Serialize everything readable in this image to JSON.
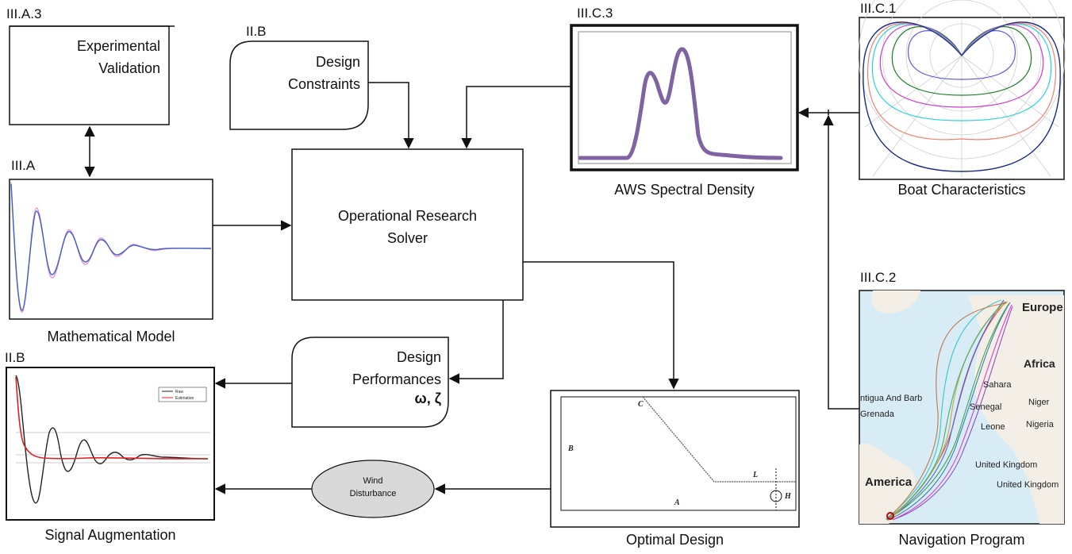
{
  "blocks": {
    "experimental_validation": {
      "tag": "III.A.3",
      "line1": "Experimental",
      "line2": "Validation"
    },
    "mathematical_model": {
      "tag": "III.A",
      "caption": "Mathematical Model"
    },
    "design_constraints": {
      "tag": "II.B",
      "line1": "Design",
      "line2": "Constraints"
    },
    "solver": {
      "line1": "Operational Research",
      "line2": "Solver"
    },
    "aws_spectral_density": {
      "tag": "III.C.3",
      "caption": "AWS Spectral Density"
    },
    "boat_characteristics": {
      "tag": "III.C.1",
      "caption": "Boat Characteristics"
    },
    "navigation_program": {
      "tag": "III.C.2",
      "caption": "Navigation Program"
    },
    "design_performances": {
      "line1": "Design",
      "line2": "Performances",
      "line3": "ω, ζ"
    },
    "signal_augmentation": {
      "tag": "II.B",
      "caption": "Signal Augmentation"
    },
    "wind_disturbance": {
      "line1": "Wind",
      "line2": "Disturbance"
    },
    "optimal_design": {
      "caption": "Optimal Design"
    }
  },
  "map_labels": [
    "Europe",
    "Africa",
    "Sahara",
    "Niger",
    "Senegal",
    "Nigeria",
    "Leone",
    "United Kingdom",
    "United Kingdom",
    "America",
    "ntigua And Barb",
    "Grenada"
  ],
  "design_labels": [
    "C",
    "B",
    "L",
    "A",
    "H"
  ],
  "signal_legend": [
    "Raw",
    "Estimation"
  ],
  "colors": {
    "spectral": "#7f63a3",
    "raw": "#222222",
    "estimation": "#e02020",
    "disturbance": "#d9d9d9"
  }
}
